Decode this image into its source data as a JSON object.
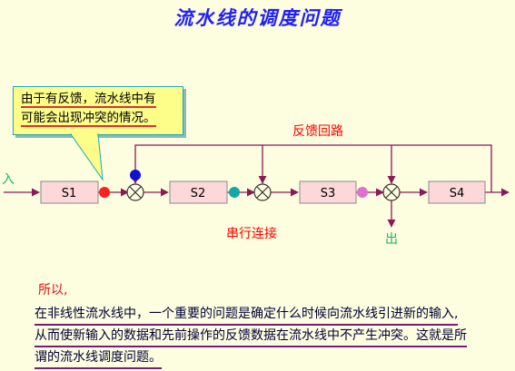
{
  "title": "流水线的调度问题",
  "callout": {
    "line1": "由于有反馈，流水线中有",
    "line2": "可能会出现冲突的情况。"
  },
  "diagram": {
    "input_label": "入",
    "output_label": "出",
    "feedback_label": "反馈回路",
    "serial_label": "串行连接",
    "stages": [
      "S1",
      "S2",
      "S3",
      "S4"
    ],
    "colors": {
      "stage_fill": "#fcd8d8",
      "arrow": "#8a1a5a",
      "dot_red": "#ff2020",
      "dot_blue": "#1010d0",
      "dot_teal": "#10a8a8",
      "dot_pink": "#e070d0",
      "output": "#10b860"
    }
  },
  "paragraph": {
    "lead": "所以,",
    "line1": "在非线性流水线中，一个重要的问题是确定什么时候向流水线引进新的输入,",
    "line2": "从而使新输入的数据和先前操作的反馈数据在流水线中不产生冲突。这就是所",
    "line3": "谓的流水线调度问题。"
  }
}
